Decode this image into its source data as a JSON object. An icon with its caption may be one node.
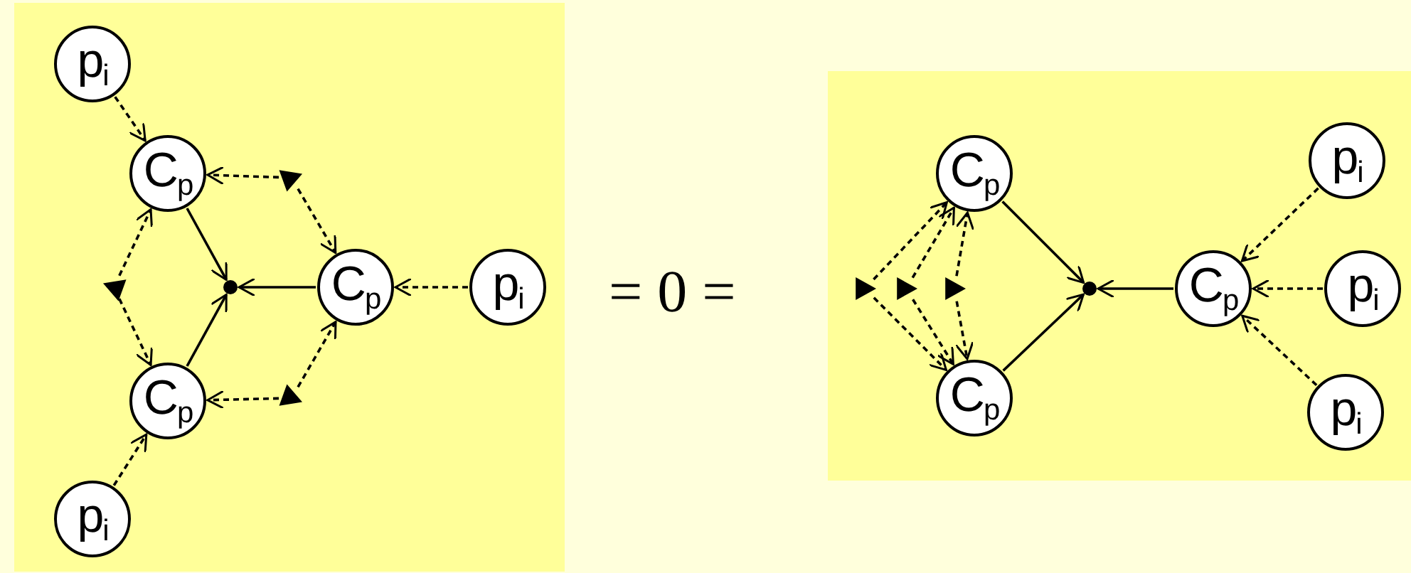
{
  "diagram": {
    "nodes": [
      {
        "text": [],
        "shape": "box"
      },
      {
        "text": [],
        "shape": "box"
      },
      {
        "text": [
          "p$_{i}$"
        ],
        "in": 0
      },
      {
        "text": [
          "C$_{p}$"
        ],
        "in": 0
      },
      {
        "text": [
          "C$_{p}$"
        ],
        "in": 0
      },
      {
        "text": [
          "p$_{i}$"
        ],
        "in": 0
      },
      {
        "text": [
          "C$_{p}$"
        ],
        "in": 0
      },
      {
        "text": [
          "p$_{i}$"
        ],
        "in": 0
      },
      {
        "text": [],
        "shape": "dot",
        "in": 0
      },
      {
        "text": [],
        "shape": "triangle",
        "in": 0
      },
      {
        "text": [],
        "shape": "triangle",
        "in": 0
      },
      {
        "text": [],
        "shape": "triangle",
        "in": 0
      },
      {
        "text": [
          "C$_{p}$"
        ],
        "in": 1
      },
      {
        "text": [
          "C$_{p}$"
        ],
        "in": 1
      },
      {
        "text": [],
        "shape": "dot",
        "in": 1
      },
      {
        "text": [
          "C$_{p}$"
        ],
        "in": 1
      },
      {
        "text": [
          "p$_{i}$"
        ],
        "in": 1
      },
      {
        "text": [
          "p$_{i}$"
        ],
        "in": 1
      },
      {
        "text": [
          "p$_{i}$"
        ],
        "in": 1
      },
      {
        "text": [],
        "shape": "triangle",
        "in": 1
      },
      {
        "text": [],
        "shape": "triangle",
        "in": 1
      },
      {
        "text": [],
        "shape": "triangle",
        "in": 1
      }
    ],
    "edges": [
      {
        "from": 2,
        "to": 3,
        "arrow": "to",
        "style": "dashed"
      },
      {
        "from": 5,
        "to": 4,
        "arrow": "to",
        "style": "dashed"
      },
      {
        "from": 7,
        "to": 6,
        "arrow": "to",
        "style": "dashed"
      },
      {
        "from": 3,
        "to": 8,
        "arrow": "to"
      },
      {
        "from": 6,
        "to": 8,
        "arrow": "to"
      },
      {
        "from": 4,
        "to": 8,
        "arrow": "to"
      },
      {
        "from": 9,
        "to": 3,
        "arrow": "to",
        "style": "dashed"
      },
      {
        "from": 9,
        "to": 4,
        "arrow": "to",
        "style": "dashed"
      },
      {
        "from": 10,
        "to": 3,
        "arrow": "to",
        "style": "dashed"
      },
      {
        "from": 10,
        "to": 6,
        "arrow": "to",
        "style": "dashed"
      },
      {
        "from": 11,
        "to": 6,
        "arrow": "to",
        "style": "dashed"
      },
      {
        "from": 11,
        "to": 4,
        "arrow": "to",
        "style": "dashed"
      },
      {
        "from": 12,
        "to": 14,
        "arrow": "to"
      },
      {
        "from": 13,
        "to": 14,
        "arrow": "to"
      },
      {
        "from": 15,
        "to": 14,
        "arrow": "to"
      },
      {
        "from": 16,
        "to": 15,
        "arrow": "to",
        "style": "dashed"
      },
      {
        "from": 17,
        "to": 15,
        "arrow": "to",
        "style": "dashed"
      },
      {
        "from": 18,
        "to": 15,
        "arrow": "to",
        "style": "dashed"
      },
      {
        "from": 19,
        "to": 12,
        "arrow": "to",
        "style": "dashed"
      },
      {
        "from": 19,
        "to": 13,
        "arrow": "to",
        "style": "dashed"
      },
      {
        "from": 20,
        "to": 12,
        "arrow": "to",
        "style": "dashed"
      },
      {
        "from": 20,
        "to": 13,
        "arrow": "to",
        "style": "dashed"
      },
      {
        "from": 21,
        "to": 12,
        "arrow": "to",
        "style": "dashed"
      },
      {
        "from": 21,
        "to": 13,
        "arrow": "to",
        "style": "dashed"
      }
    ],
    "labels": [
      "= 0 ="
    ]
  }
}
